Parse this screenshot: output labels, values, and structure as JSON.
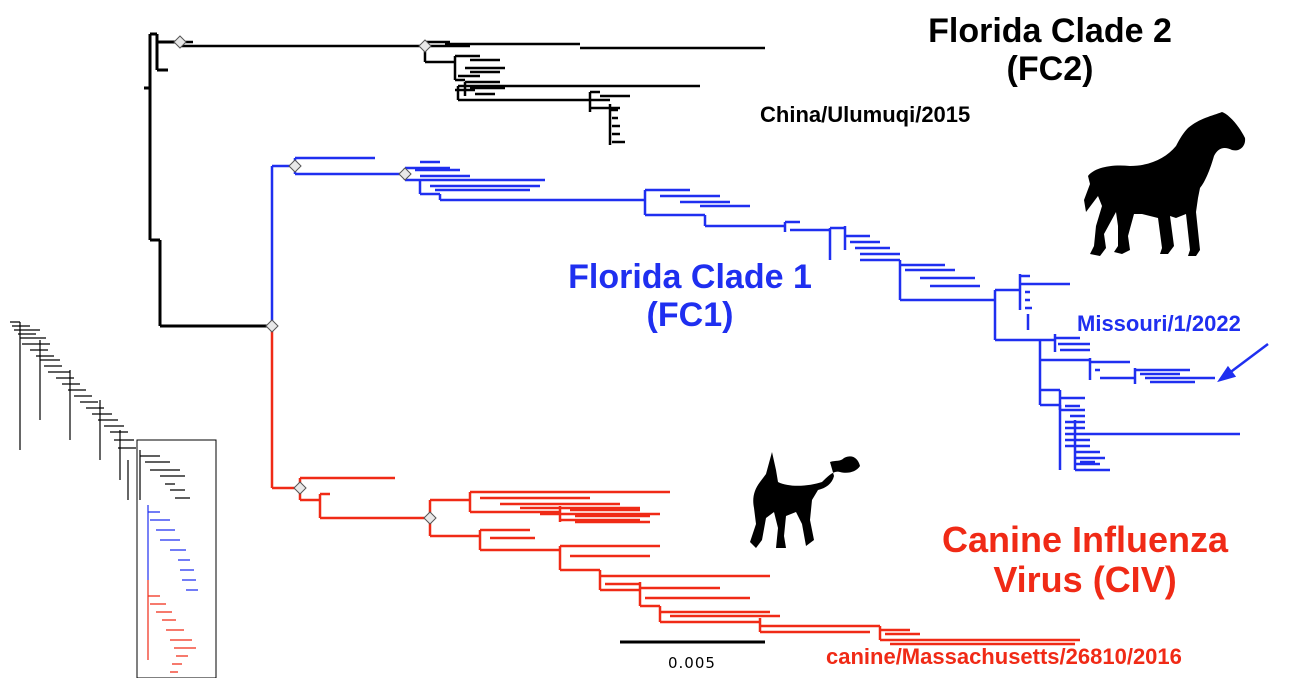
{
  "colors": {
    "fc2": "#000000",
    "fc1": "#1f2ff0",
    "civ": "#f02a16",
    "node_marker": "#e8e8e8"
  },
  "clades": {
    "fc2": {
      "title_line1": "Florida Clade 2",
      "title_line2": "(FC2)"
    },
    "fc1": {
      "title_line1": "Florida Clade 1",
      "title_line2": "(FC1)"
    },
    "civ": {
      "title_line1": "Canine Influenza",
      "title_line2": "Virus (CIV)"
    }
  },
  "taxa": {
    "china": "China/Ulumuqi/2015",
    "missouri": "Missouri/1/2022",
    "massachusetts": "canine/Massachusetts/26810/2016"
  },
  "scale_bar": {
    "label": "0.005"
  },
  "icons": {
    "horse": "horse-silhouette-icon",
    "dog": "beagle-silhouette-icon"
  }
}
